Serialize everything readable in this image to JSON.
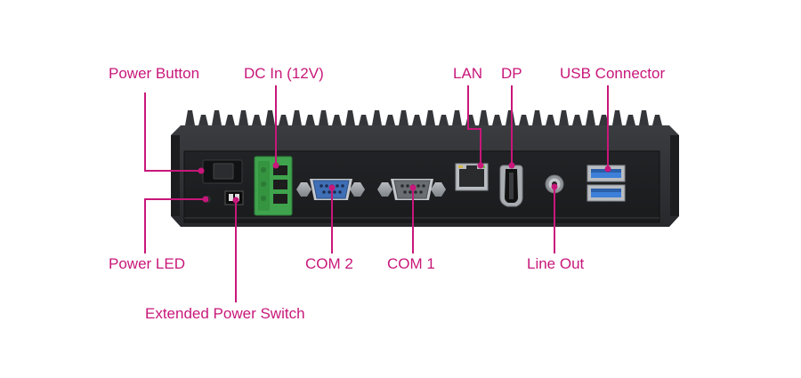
{
  "labels": {
    "power_button": "Power Button",
    "dc_in": "DC In (12V)",
    "lan": "LAN",
    "dp": "DP",
    "usb_connector": "USB Connector",
    "power_led": "Power LED",
    "com2": "COM 2",
    "com1": "COM 1",
    "line_out": "Line Out",
    "extended_power_switch": "Extended Power Switch"
  },
  "colors": {
    "callout": "#c8177a",
    "chassis": "#2e3033",
    "panel": "#1e1f21",
    "terminal_green": "#3fa34d",
    "com2_blue": "#3f6fb6",
    "usb_blue": "#3d7fd9"
  }
}
